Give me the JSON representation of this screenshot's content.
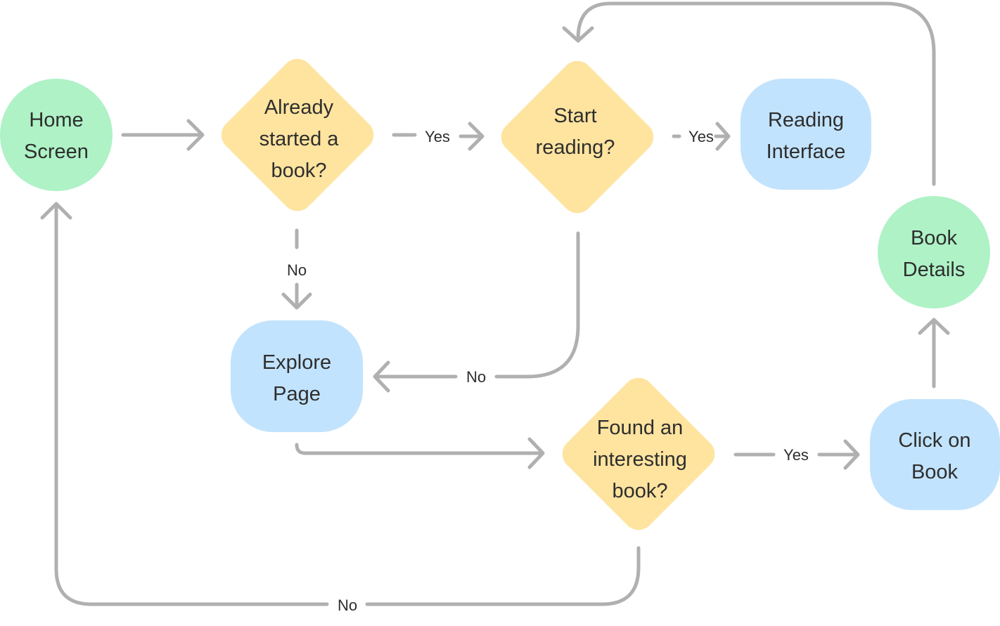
{
  "colors": {
    "terminal": "#aef2c6",
    "decision": "#fee49f",
    "page": "#c2e3fd",
    "connector": "#b0b0b0",
    "text": "#2e2e2e"
  },
  "nodes": {
    "home_screen": {
      "line1": "Home",
      "line2": "Screen"
    },
    "already_started": {
      "line1": "Already",
      "line2": "started a",
      "line3": "book?"
    },
    "start_reading": {
      "line1": "Start",
      "line2": "reading?"
    },
    "reading_interface": {
      "line1": "Reading",
      "line2": "Interface"
    },
    "explore_page": {
      "line1": "Explore",
      "line2": "Page"
    },
    "found_book": {
      "line1": "Found an",
      "line2": "interesting",
      "line3": "book?"
    },
    "click_book": {
      "line1": "Click on",
      "line2": "Book"
    },
    "book_details": {
      "line1": "Book",
      "line2": "Details"
    }
  },
  "edge_labels": {
    "already_yes": "Yes",
    "already_no": "No",
    "start_yes": "Yes",
    "start_no": "No",
    "found_yes": "Yes",
    "found_no": "No"
  }
}
